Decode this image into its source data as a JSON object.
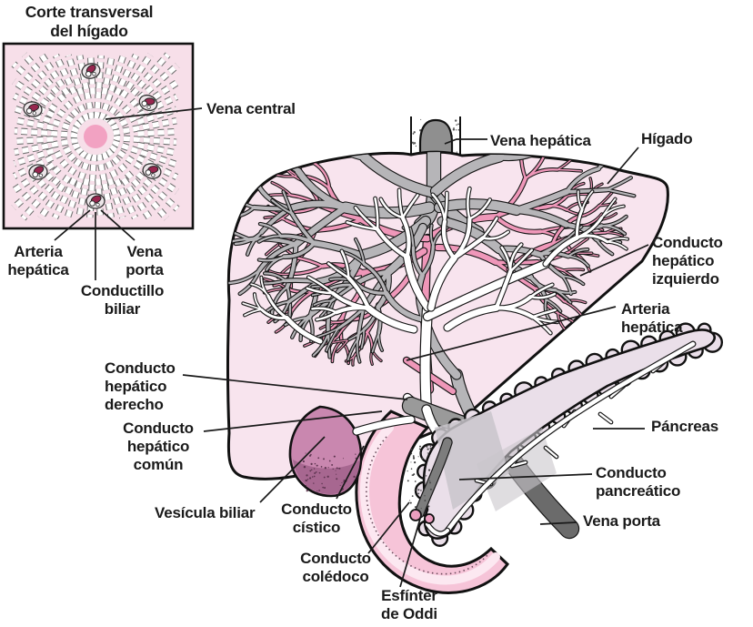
{
  "inset": {
    "title": "Corte transversal\ndel hígado",
    "labels": {
      "vena_central": "Vena central",
      "arteria_hepatica": "Arteria\nhepática",
      "vena_porta": "Vena\nporta",
      "conductillo_biliar": "Conductillo\nbiliar"
    }
  },
  "main": {
    "labels": {
      "vena_hepatica": "Vena hepática",
      "higado": "Hígado",
      "conducto_hepatico_izquierdo": "Conducto\nhepático\nizquierdo",
      "arteria_hepatica": "Arteria\nhepática",
      "conducto_hepatico_derecho": "Conducto\nhepático\nderecho",
      "conducto_hepatico_comun": "Conducto\nhepático\ncomún",
      "vesicula_biliar": "Vesícula biliar",
      "conducto_cistico": "Conducto\ncístico",
      "pancreas": "Páncreas",
      "conducto_pancreatico": "Conducto pancreático",
      "vena_porta": "Vena porta",
      "conducto_coledoco": "Conducto\ncolédoco",
      "esfinter_de_oddi": "Esfínter\nde Oddi"
    }
  },
  "colors": {
    "liver": "#f8e4ee",
    "vessel_gray": "#b6b5b8",
    "artery_pink": "#ef97b9",
    "duct_white": "#ffffff",
    "gallbladder": "#c987af",
    "gallbladder_dark": "#a76790",
    "duodenum": "#f6c4d8",
    "duodenum_light": "#fce8f1",
    "pancreas": "#eadfe9",
    "pancreas_shadow": "#c9c6cb",
    "portal_vein": "#6b6b6b",
    "inset_bg": "#f7dfe9",
    "vena_central": "#f2a2c2",
    "triad_red": "#98264f",
    "outline": "#111111"
  }
}
